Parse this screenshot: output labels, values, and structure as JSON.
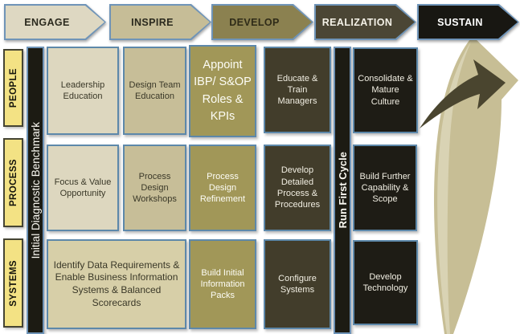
{
  "phases": [
    {
      "label": "ENGAGE"
    },
    {
      "label": "INSPIRE"
    },
    {
      "label": "DEVELOP"
    },
    {
      "label": "REALIZATION"
    },
    {
      "label": "SUSTAIN"
    }
  ],
  "rows": [
    {
      "label": "PEOPLE"
    },
    {
      "label": "PROCESS"
    },
    {
      "label": "SYSTEMS"
    }
  ],
  "bars": {
    "initial_diagnostic": "Initial Diagnostic Benchmark",
    "run_first_cycle": "Run First Cycle"
  },
  "cells": {
    "people": [
      "Leadership Education",
      "Design Team Education",
      "Appoint IBP/ S&OP Roles & KPIs",
      "Educate & Train Managers",
      "Consolidate & Mature Culture"
    ],
    "process": [
      "Focus & Value Opportunity",
      "Process Design Workshops",
      "Process Design Refinement",
      "Develop Detailed Process & Procedures",
      "Build Further Capability & Scope"
    ],
    "systems": [
      "Identify Data Requirements & Enable Business Information Systems & Balanced Scorecards",
      "Build Initial Information Packs",
      "Configure Systems",
      "Develop Technology"
    ]
  },
  "icons": {
    "sweep_arrow": "curved-growth-arrow"
  },
  "colors": {
    "background": "#ffffff",
    "chevron_border": "#6f94b8",
    "box_border": "#5d88aa",
    "phase_fills": [
      "#ded8c2",
      "#c6bd97",
      "#8b8150",
      "#4b4635",
      "#181712"
    ],
    "cell_light": "#ddd7bf",
    "cell_tan": "#c7be98",
    "cell_olive": "#a19758",
    "cell_dark": "#423d2b",
    "cell_black": "#1e1c15",
    "cell_wide_tan": "#d7cfa8",
    "label_yellow": "#f3e284",
    "bar_black": "#1c1b13",
    "arrow_tan": "#c7be95",
    "arrow_tan_light": "#d9d3b4",
    "arrow_dark": "#4a452f"
  }
}
